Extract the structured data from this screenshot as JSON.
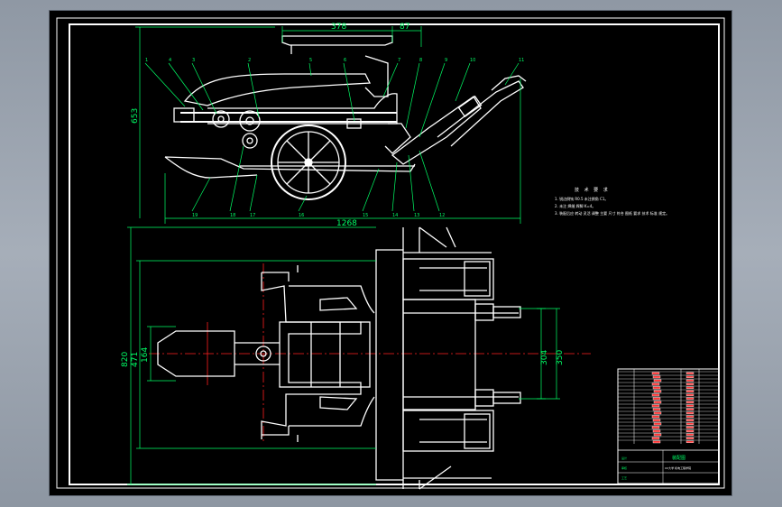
{
  "drawing": {
    "colors": {
      "background": "#000000",
      "geometry": "#ffffff",
      "dimension": "#00ff66",
      "centerline": "#ff2020",
      "cutting": "#00aaff",
      "titleblock_text": "#ff3030"
    },
    "side_view": {
      "dims": {
        "top_width": "378",
        "top_offset": "87",
        "height": "653",
        "length": "1268"
      },
      "callouts_top": [
        "1",
        "4",
        "3",
        "2",
        "5",
        "6",
        "7",
        "8",
        "9",
        "10",
        "11"
      ],
      "callouts_bottom": [
        "19",
        "18",
        "17",
        "16",
        "15",
        "14",
        "13",
        "12"
      ]
    },
    "notes": {
      "heading": "技 术 要 求",
      "lines": [
        "1. 锐边倒钝 R0.5 未注倒角 C1。",
        "2. 未注 焊缝 焊脚 K=4。",
        "3. 装配后应 转动 灵活 调整 主要 尺寸 符合 图纸 要求 技术 标准 规定。"
      ]
    },
    "plan_view": {
      "dims": {
        "overall_height": "820",
        "frame_height": "471",
        "inner_height": "164",
        "wheel_track": "304",
        "wheel_outer": "350"
      }
    },
    "title_block": {
      "title": "装配图",
      "company_line": "XX大学 机电工程学院",
      "row_labels": [
        "设计",
        "审核",
        "工艺"
      ]
    }
  }
}
